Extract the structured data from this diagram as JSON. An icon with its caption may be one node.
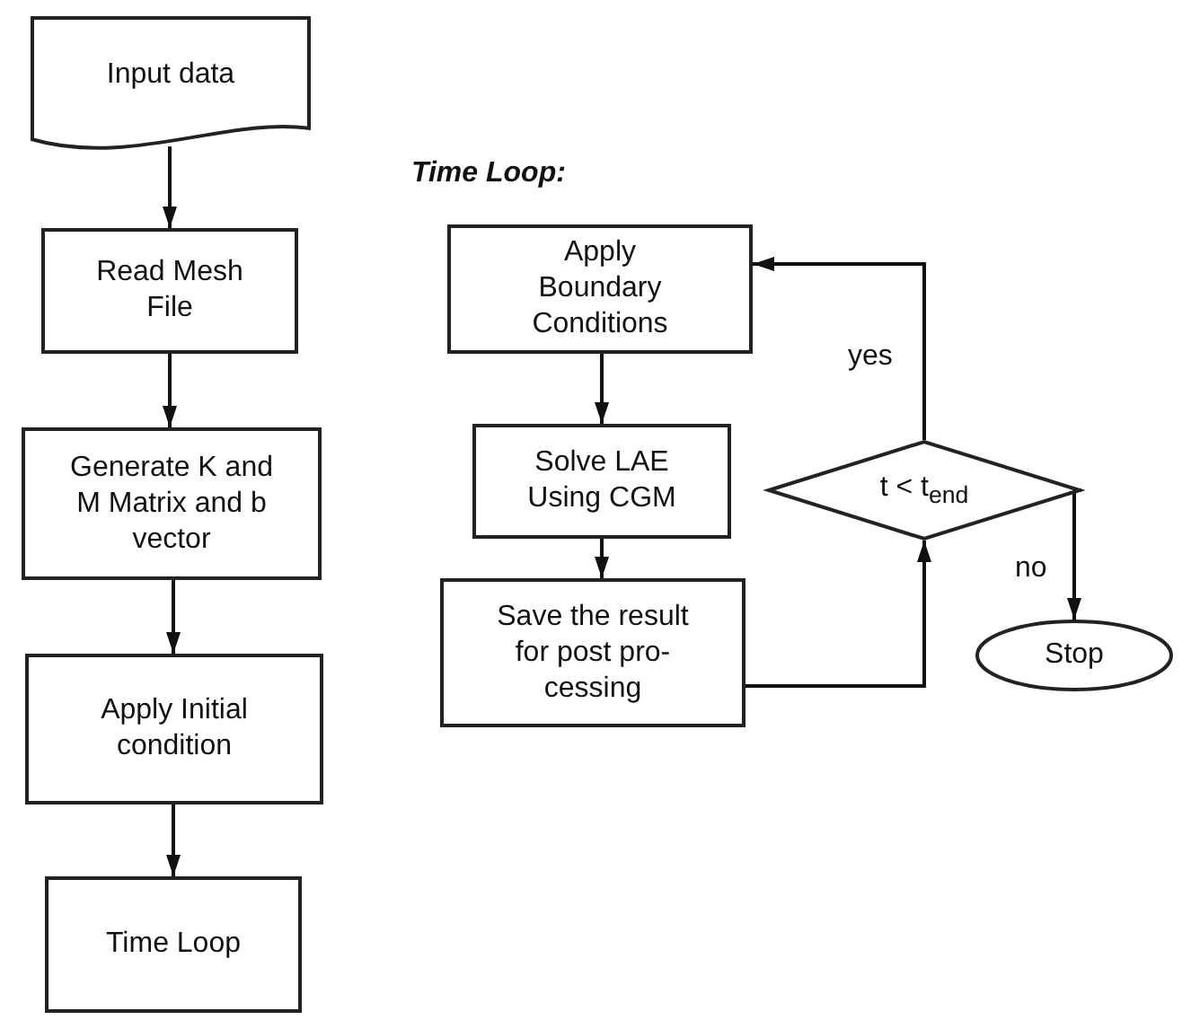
{
  "diagram": {
    "nodes": [
      {
        "text": [
          "Input data"
        ]
      },
      {
        "text": [
          "Read Mesh File"
        ]
      },
      {
        "text": [
          "Generate K and M Matrix and b vector"
        ]
      },
      {
        "text": [
          "Apply Initial condition"
        ]
      },
      {
        "text": [
          "Time Loop"
        ]
      },
      {
        "text": [
          "Apply Boundary Conditions"
        ]
      },
      {
        "text": [
          "Solve LAE Using CGM"
        ]
      },
      {
        "text": [
          "Save the result for post pro- cessing"
        ]
      },
      {
        "text": [
          "t < t$_{end}$"
        ]
      },
      {
        "text": [
          "Stop"
        ]
      }
    ],
    "edges": [
      {
        "from": 0,
        "to": 1,
        "arrow": "to"
      },
      {
        "from": 1,
        "to": 2,
        "arrow": "to"
      },
      {
        "from": 2,
        "to": 3,
        "arrow": "to"
      },
      {
        "from": 3,
        "to": 4,
        "arrow": "to"
      },
      {
        "from": 5,
        "to": 6,
        "arrow": "to"
      },
      {
        "from": 6,
        "to": 7,
        "arrow": "to"
      },
      {
        "from": 7,
        "to": 8,
        "arrow": "to"
      },
      {
        "from": 8,
        "to": 5,
        "arrow": "to",
        "label": "yes"
      },
      {
        "from": 8,
        "to": 9,
        "arrow": "to",
        "label": "no"
      }
    ],
    "labels": [
      "Time Loop:"
    ]
  }
}
